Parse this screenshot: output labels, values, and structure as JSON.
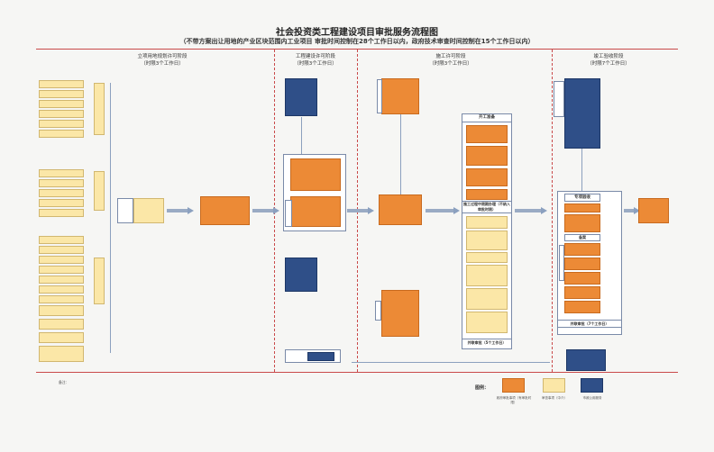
{
  "title": "社会投资类工程建设项目审批服务流程图",
  "subtitle": "（不带方案出让用地的产业区块范围内工业项目  审批时间控制在28个工作日以内，政府技术审查时间控制在15个工作日以内）",
  "stages": [
    {
      "name": "立项用地规划许可阶段",
      "duration": "（时限3个工作日）"
    },
    {
      "name": "工程建设许可阶段",
      "duration": "（时限3个工作日）"
    },
    {
      "name": "施工许可阶段",
      "duration": "（时限3个工作日）"
    },
    {
      "name": "竣工验收阶段",
      "duration": "（时限7个工作日）"
    }
  ],
  "parallel_section_title": "开工准备",
  "construction_section_title": "施工过程中限期办理（不纳入审批时限）",
  "acceptance_section_title": "专项验收",
  "acceptance_footer": "并联审批（7个工作日）",
  "construction_footer": "并联审批（5个工作日）",
  "sub_acceptance_title": "备案",
  "notes_label": "备注：",
  "legend_label": "图例：",
  "legend": [
    {
      "label": "政府审批事项（有审批时限）",
      "color": "#ec8a36"
    },
    {
      "label": "审查事项（中介）",
      "color": "#fbe7a7"
    },
    {
      "label": "市政公用服务",
      "color": "#2f4f88"
    }
  ],
  "colors": {
    "rule": "#c94a4a",
    "orange": "#ec8a36",
    "yellow": "#fbe7a7",
    "navy": "#2f4f88",
    "arrow": "#9aabc4"
  }
}
